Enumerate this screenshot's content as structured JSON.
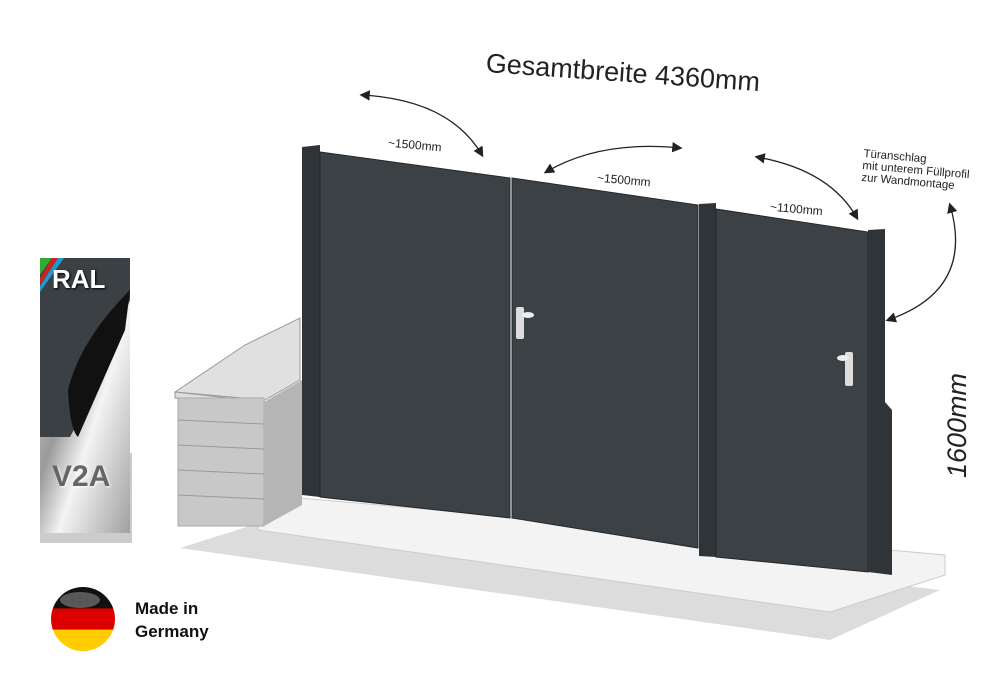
{
  "title": "Gesamtbreite 4360mm",
  "dimensions": {
    "panel_left": "~1500mm",
    "panel_middle": "~1500mm",
    "panel_right": "~1100mm",
    "height": "1600mm"
  },
  "note": {
    "line1": "Türanschlag",
    "line2": "mit unterem Füllprofil",
    "line3": "zur Wandmontage"
  },
  "badges": {
    "ral": "RAL",
    "material": "V2A",
    "made_line1": "Made in",
    "made_line2": "Germany"
  },
  "colors": {
    "gate": "#3b4144",
    "post": "#2e3437",
    "paving": "#f1f1f1"
  }
}
